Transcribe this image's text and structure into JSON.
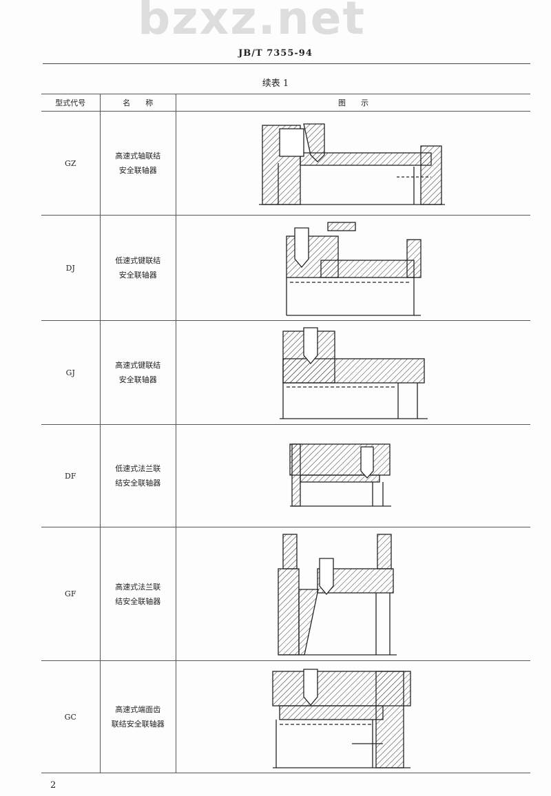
{
  "header": {
    "standard": "JB/T 7355-94"
  },
  "caption": "续表 1",
  "table": {
    "columns": [
      "型式代号",
      "名　　称",
      "图　　示"
    ],
    "rows": [
      {
        "code": "GZ",
        "name_line1": "高速式轴联结",
        "name_line2": "安全联轴器"
      },
      {
        "code": "DJ",
        "name_line1": "低速式键联结",
        "name_line2": "安全联轴器"
      },
      {
        "code": "GJ",
        "name_line1": "高速式键联结",
        "name_line2": "安全联轴器"
      },
      {
        "code": "DF",
        "name_line1": "低速式法兰联",
        "name_line2": "结安全联轴器"
      },
      {
        "code": "GF",
        "name_line1": "高速式法兰联",
        "name_line2": "结安全联轴器"
      },
      {
        "code": "GC",
        "name_line1": "高速式端面齿",
        "name_line2": "联结安全联轴器"
      }
    ]
  },
  "watermark": "bzxz.net",
  "page_number": "2"
}
